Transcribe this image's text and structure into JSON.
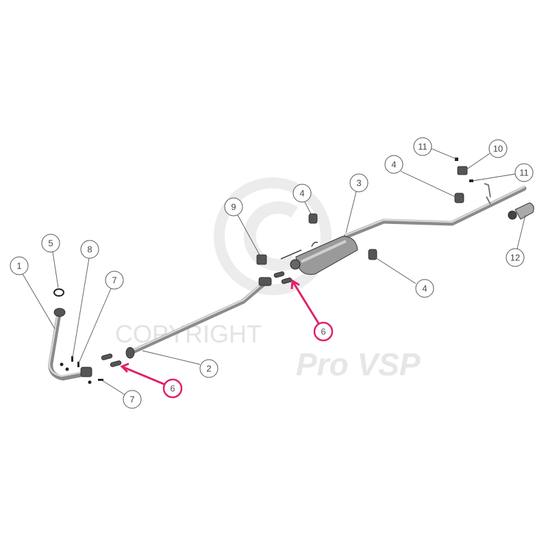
{
  "watermark": {
    "symbol": "©",
    "text": "COPYRIGHT",
    "brand": "Pro VSP"
  },
  "callouts": {
    "part1": "1",
    "part5": "5",
    "part8": "8",
    "part7_upper": "7",
    "part7_lower": "7",
    "part6_front": "6",
    "part2": "2",
    "part9": "9",
    "part4_upper": "4",
    "part3": "3",
    "part6_rear": "6",
    "part4_lower": "4",
    "part4_right": "4",
    "part11_upper": "11",
    "part10": "10",
    "part11_lower": "11",
    "part12": "12"
  },
  "colors": {
    "highlight": "#e0206a",
    "callout_stroke": "#555555"
  }
}
